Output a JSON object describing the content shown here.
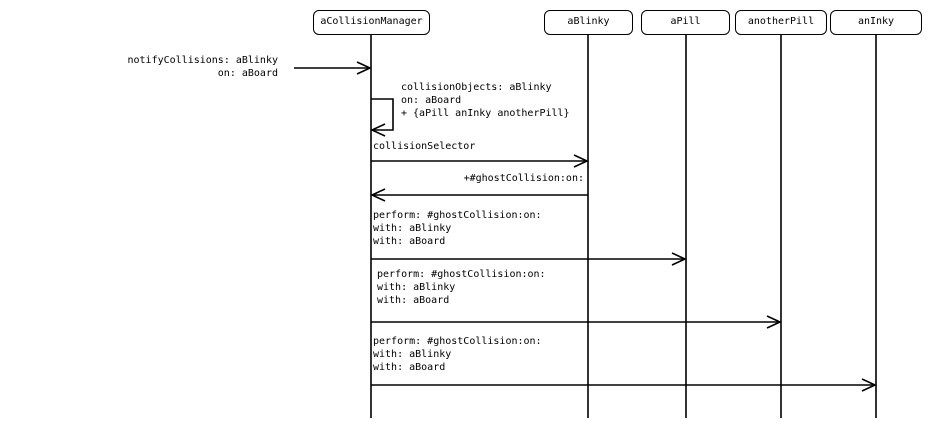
{
  "participants": {
    "manager": "aCollisionManager",
    "blinky": "aBlinky",
    "pill": "aPill",
    "another_pill": "anotherPill",
    "inky": "anInky"
  },
  "messages": {
    "notify": [
      "notifyCollisions: aBlinky",
      "on: aBoard"
    ],
    "collision_objects": [
      "collisionObjects: aBlinky",
      "on: aBoard",
      "+ {aPill anInky anotherPill}"
    ],
    "collision_selector": "collisionSelector",
    "return_selector": "+#ghostCollision:on:",
    "perform_pill": [
      "perform: #ghostCollision:on:",
      "with: aBlinky",
      "with: aBoard"
    ],
    "perform_another_pill": [
      "perform: #ghostCollision:on:",
      "with: aBlinky",
      "with: aBoard"
    ],
    "perform_inky": [
      "perform: #ghostCollision:on:",
      "with: aBlinky",
      "with: aBoard"
    ]
  }
}
